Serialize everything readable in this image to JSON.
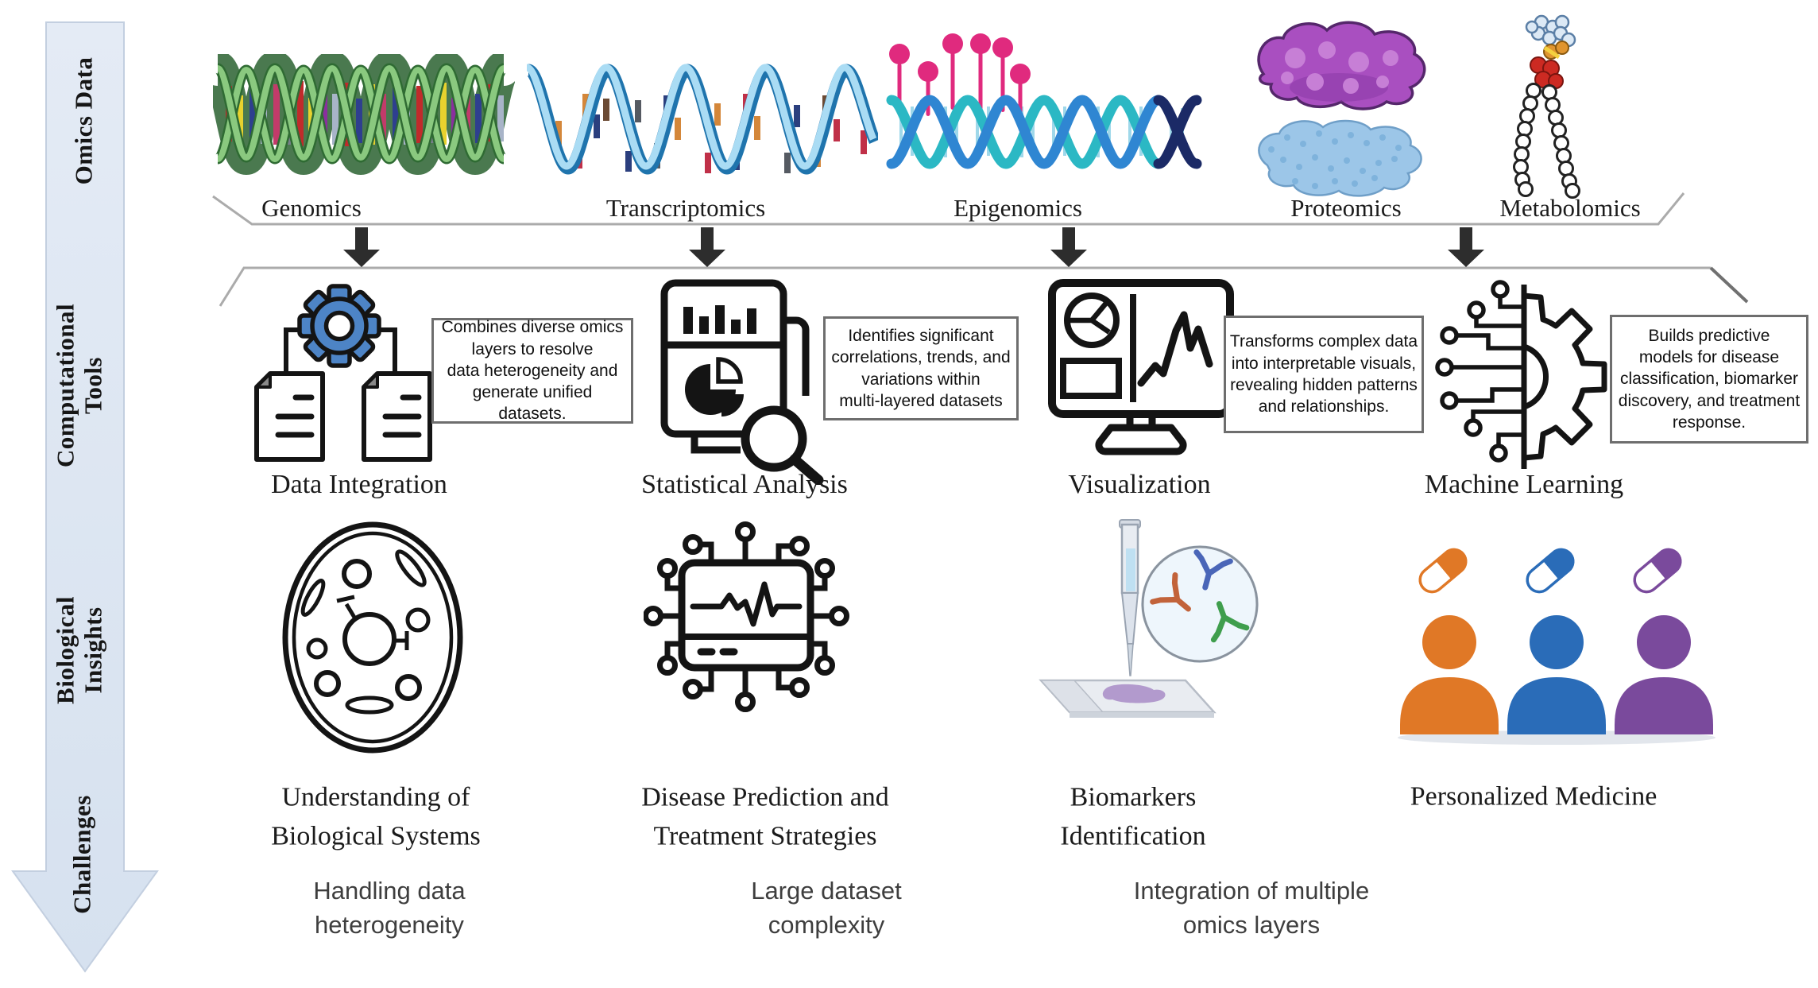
{
  "figure": {
    "type": "multi-omics workflow diagram"
  },
  "stage_arrow": {
    "labels": [
      "Omics Data",
      "Computational\nTools",
      "Biological\nInsights",
      "Challenges"
    ]
  },
  "omics": {
    "items": [
      {
        "label": "Genomics",
        "icon": "dna-double-helix-icon"
      },
      {
        "label": "Transcriptomics",
        "icon": "rna-strand-icon"
      },
      {
        "label": "Epigenomics",
        "icon": "methylated-dna-icon"
      },
      {
        "label": "Proteomics",
        "icon": "protein-blobs-icon"
      },
      {
        "label": "Metabolomics",
        "icon": "lipid-molecule-icon"
      }
    ]
  },
  "tools": {
    "items": [
      {
        "label": "Data Integration",
        "icon": "gear-documents-icon",
        "description": "Combines diverse omics\nlayers to resolve\ndata heterogeneity and\ngenerate unified datasets."
      },
      {
        "label": "Statistical Analysis",
        "icon": "report-magnifier-icon",
        "description": "Identifies significant\ncorrelations, trends, and\nvariations within\nmulti-layered datasets"
      },
      {
        "label": "Visualization",
        "icon": "monitor-charts-icon",
        "description": "Transforms complex data\ninto interpretable visuals,\nrevealing hidden patterns\nand relationships."
      },
      {
        "label": "Machine Learning",
        "icon": "circuit-gear-icon",
        "description": "Builds predictive\nmodels for disease\nclassification, biomarker\ndiscovery, and treatment\nresponse."
      }
    ]
  },
  "insights": {
    "items": [
      {
        "label": "Understanding of\nBiological Systems",
        "icon": "cell-icon"
      },
      {
        "label": "Disease Prediction and\nTreatment Strategies",
        "icon": "chip-pulse-icon"
      },
      {
        "label": "Biomarkers\nIdentification",
        "icon": "pipette-slide-icon"
      },
      {
        "label": "Personalized Medicine",
        "icon": "patients-pills-icon"
      }
    ]
  },
  "challenges": {
    "items": [
      "Handling data\nheterogeneity",
      "Large dataset\ncomplexity",
      "Integration of multiple\nomics layers"
    ]
  },
  "colors": {
    "stage_arrow_fill_top": "#e3eaf4",
    "stage_arrow_fill_bottom": "#d7e2ef",
    "bracket_line": "#ababab",
    "flow_arrow": "#2d2d2d",
    "gear_blue": "#4d84c6",
    "methyl_pink": "#e02a7e",
    "helix_teal": "#2bb8c4",
    "helix_blue": "#2f86d2",
    "helix_navy": "#1b2a66",
    "genomics_green": "#88c57e",
    "rna_light_blue": "#aadcf4",
    "protein_purple": "#a94fc0",
    "protein_light_blue": "#9cc6e8",
    "patient_orange": "#e07826",
    "patient_blue": "#2a6cb8",
    "patient_purple": "#7a4a9c"
  }
}
